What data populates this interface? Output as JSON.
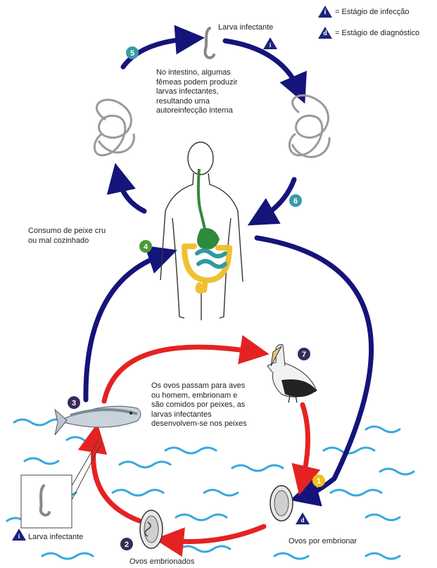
{
  "legend": {
    "infection_symbol": "i",
    "infection_label": "= Estágio de infecção",
    "diagnostic_symbol": "d",
    "diagnostic_label": "= Estágio de diagnóstico"
  },
  "labels": {
    "larva_top": "Larva infectante",
    "autoinfection": "No intestino, algumas\nfêmeas podem produzir\nlarvas infectantes,\nresultando uma\nautoreinfecção interna",
    "raw_fish": "Consumo de peixe cru\nou mal cozinhado",
    "eggs_text": "Os ovos passam para aves\nou homem, embrionam e\nsão comidos por peixes, as\nlarvas infectantes\ndesenvolvem-se nos peixes",
    "larva_bottom": "Larva infectante",
    "unembryonated": "Ovos por embrionar",
    "embryonated": "Ovos embrionados"
  },
  "steps": [
    "1",
    "2",
    "3",
    "4",
    "5",
    "6",
    "7"
  ],
  "colors": {
    "navy_arrow": "#14147a",
    "red_arrow": "#e52222",
    "step_teal": "#3a9aa8",
    "step_green": "#4a9a3a",
    "step_purple": "#3a2a5a",
    "step_yellow": "#f0c020",
    "water": "#35a8e0",
    "stomach": "#2f8a3c",
    "intestine_large": "#f0c030",
    "intestine_small": "#2f9aa0"
  }
}
